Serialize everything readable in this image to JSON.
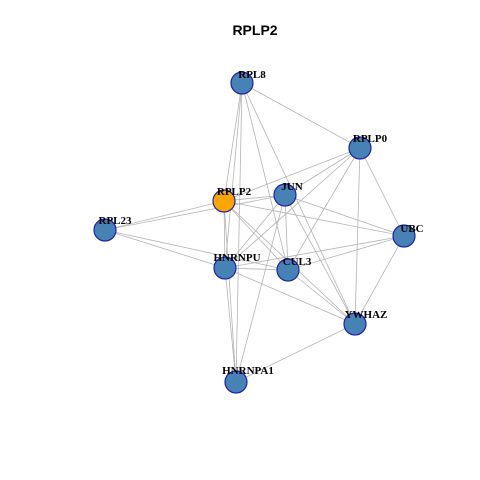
{
  "title": "RPLP2",
  "colors": {
    "node_default": "#4682b4",
    "node_highlight": "#ffa500",
    "node_border": "#1f1fb4",
    "edge": "#b4b4b4"
  },
  "nodes": [
    {
      "id": "RPL8",
      "label": "RPL8",
      "highlight": false
    },
    {
      "id": "RPLP0",
      "label": "RPLP0",
      "highlight": false
    },
    {
      "id": "RPLP2",
      "label": "RPLP2",
      "highlight": true
    },
    {
      "id": "JUN",
      "label": "JUN",
      "highlight": false
    },
    {
      "id": "RPL23",
      "label": "RPL23",
      "highlight": false
    },
    {
      "id": "UBC",
      "label": "UBC",
      "highlight": false
    },
    {
      "id": "HNRNPU",
      "label": "HNRNPU",
      "highlight": false
    },
    {
      "id": "CUL3",
      "label": "CUL3",
      "highlight": false
    },
    {
      "id": "YWHAZ",
      "label": "YWHAZ",
      "highlight": false
    },
    {
      "id": "HNRNPA1",
      "label": "HNRNPA1",
      "highlight": false
    }
  ],
  "edges": [
    [
      "RPL8",
      "RPLP0"
    ],
    [
      "RPL8",
      "RPLP2"
    ],
    [
      "RPL8",
      "HNRNPU"
    ],
    [
      "RPL8",
      "CUL3"
    ],
    [
      "RPL8",
      "YWHAZ"
    ],
    [
      "RPL8",
      "HNRNPA1"
    ],
    [
      "RPLP0",
      "RPLP2"
    ],
    [
      "RPLP0",
      "JUN"
    ],
    [
      "RPLP0",
      "UBC"
    ],
    [
      "RPLP0",
      "HNRNPU"
    ],
    [
      "RPLP0",
      "CUL3"
    ],
    [
      "RPLP0",
      "YWHAZ"
    ],
    [
      "RPLP2",
      "JUN"
    ],
    [
      "RPLP2",
      "RPL23"
    ],
    [
      "RPLP2",
      "HNRNPU"
    ],
    [
      "RPLP2",
      "CUL3"
    ],
    [
      "RPLP2",
      "UBC"
    ],
    [
      "RPLP2",
      "YWHAZ"
    ],
    [
      "RPLP2",
      "HNRNPA1"
    ],
    [
      "JUN",
      "RPL23"
    ],
    [
      "JUN",
      "HNRNPU"
    ],
    [
      "JUN",
      "CUL3"
    ],
    [
      "JUN",
      "UBC"
    ],
    [
      "JUN",
      "YWHAZ"
    ],
    [
      "JUN",
      "HNRNPA1"
    ],
    [
      "RPL23",
      "HNRNPU"
    ],
    [
      "RPL23",
      "CUL3"
    ],
    [
      "UBC",
      "HNRNPU"
    ],
    [
      "UBC",
      "CUL3"
    ],
    [
      "UBC",
      "YWHAZ"
    ],
    [
      "HNRNPU",
      "CUL3"
    ],
    [
      "HNRNPU",
      "YWHAZ"
    ],
    [
      "HNRNPU",
      "HNRNPA1"
    ],
    [
      "CUL3",
      "YWHAZ"
    ],
    [
      "YWHAZ",
      "HNRNPA1"
    ]
  ]
}
